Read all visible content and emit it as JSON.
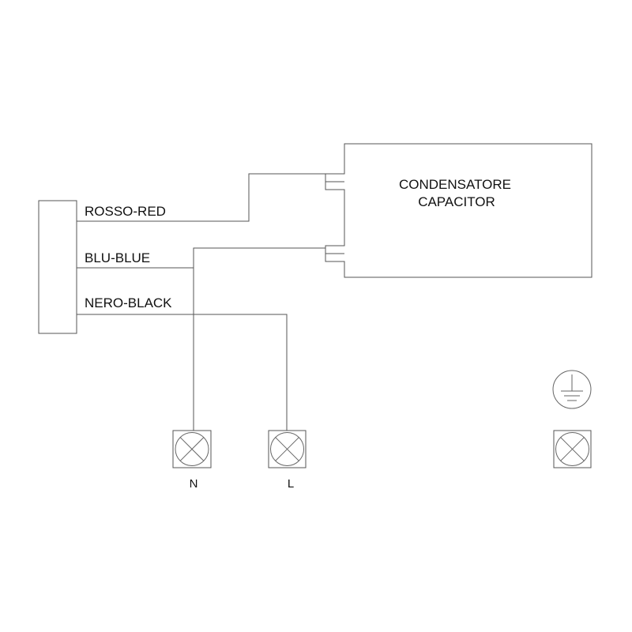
{
  "capacitor": {
    "label_line1": "CONDENSATORE",
    "label_line2": "CAPACITOR"
  },
  "wires": {
    "red": "ROSSO-RED",
    "blue": "BLU-BLUE",
    "black": "NERO-BLACK"
  },
  "terminals": {
    "neutral": "N",
    "line": "L"
  },
  "icons": [
    "terminal-block-icon",
    "capacitor-icon",
    "terminal-cross-icon",
    "earth-ground-icon"
  ]
}
